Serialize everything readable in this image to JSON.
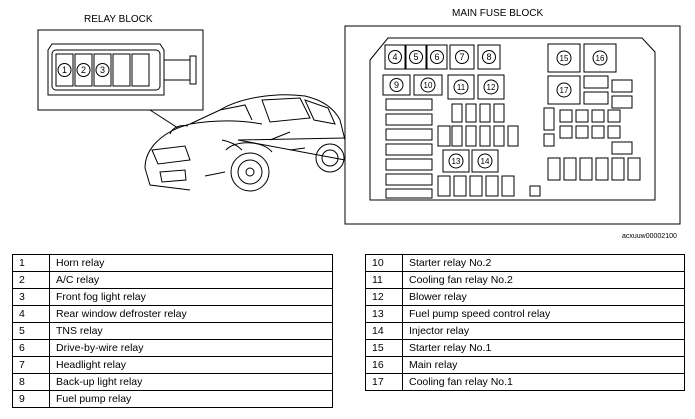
{
  "titles": {
    "relay_block": "RELAY BLOCK",
    "main_fuse_block": "MAIN FUSE BLOCK",
    "figure_ref": "acxuuw00002100"
  },
  "callouts": [
    "1",
    "2",
    "3",
    "4",
    "5",
    "6",
    "7",
    "8",
    "9",
    "10",
    "11",
    "12",
    "13",
    "14",
    "15",
    "16",
    "17"
  ],
  "legend_left": [
    {
      "num": "1",
      "name": "Horn relay"
    },
    {
      "num": "2",
      "name": "A/C relay"
    },
    {
      "num": "3",
      "name": "Front fog light relay"
    },
    {
      "num": "4",
      "name": "Rear window defroster relay"
    },
    {
      "num": "5",
      "name": "TNS relay"
    },
    {
      "num": "6",
      "name": "Drive-by-wire relay"
    },
    {
      "num": "7",
      "name": "Headlight relay"
    },
    {
      "num": "8",
      "name": "Back-up light relay"
    },
    {
      "num": "9",
      "name": "Fuel pump relay"
    }
  ],
  "legend_right": [
    {
      "num": "10",
      "name": "Starter relay No.2"
    },
    {
      "num": "11",
      "name": "Cooling fan relay No.2"
    },
    {
      "num": "12",
      "name": "Blower relay"
    },
    {
      "num": "13",
      "name": "Fuel pump speed control relay"
    },
    {
      "num": "14",
      "name": "Injector relay"
    },
    {
      "num": "15",
      "name": "Starter relay No.1"
    },
    {
      "num": "16",
      "name": "Main relay"
    },
    {
      "num": "17",
      "name": "Cooling fan relay No.1"
    }
  ]
}
